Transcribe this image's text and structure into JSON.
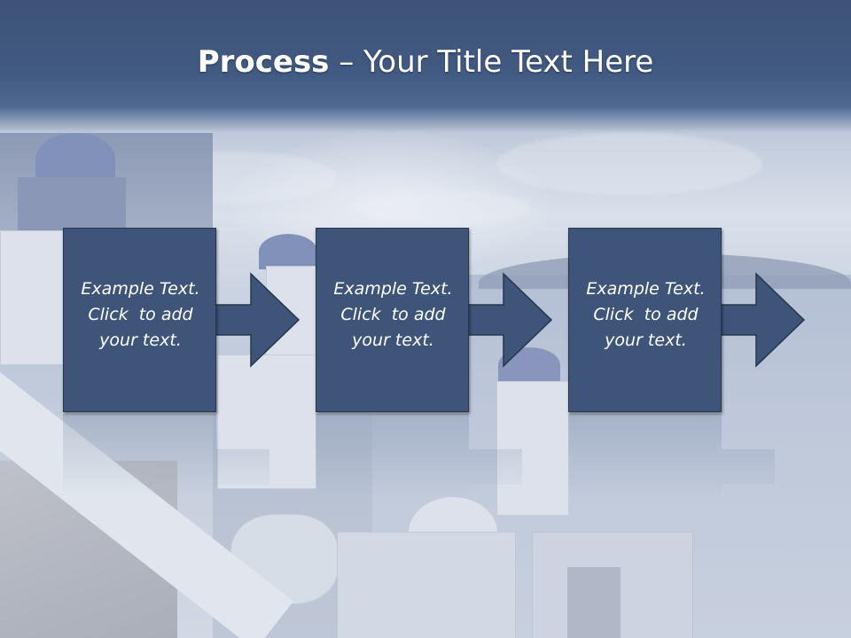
{
  "slide": {
    "title_bold": "Process",
    "title_rest": " – Your Title Text Here"
  },
  "steps": [
    {
      "line1": "Example Text.",
      "line2": "Click  to add",
      "line3": "your text."
    },
    {
      "line1": "Example Text.",
      "line2": "Click  to add",
      "line3": "your text."
    },
    {
      "line1": "Example Text.",
      "line2": "Click  to add",
      "line3": "your text."
    }
  ],
  "colors": {
    "title_bar": "#415a82",
    "step_fill": "#3e5479",
    "step_border": "#253650",
    "text": "#ffffff"
  }
}
